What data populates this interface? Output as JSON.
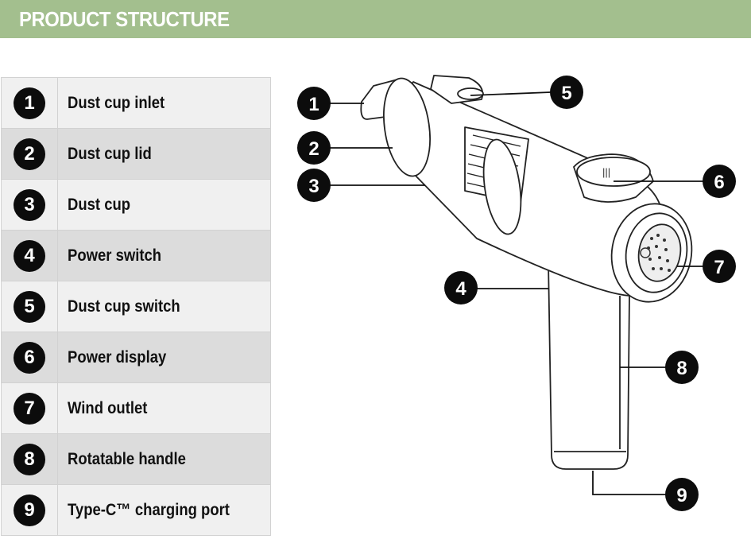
{
  "header": {
    "title": "PRODUCT STRUCTURE"
  },
  "parts": [
    {
      "num": "1",
      "label": "Dust cup inlet"
    },
    {
      "num": "2",
      "label": "Dust cup lid"
    },
    {
      "num": "3",
      "label": "Dust cup"
    },
    {
      "num": "4",
      "label": "Power switch"
    },
    {
      "num": "5",
      "label": "Dust cup switch"
    },
    {
      "num": "6",
      "label": "Power display"
    },
    {
      "num": "7",
      "label": "Wind outlet"
    },
    {
      "num": "8",
      "label": "Rotatable handle"
    },
    {
      "num": "9",
      "label": "Type-C™ charging port"
    }
  ],
  "colors": {
    "header_bg": "#a3bf8e",
    "badge_bg": "#0c0c0c",
    "row_light": "#f0f0f0",
    "row_dark": "#dcdcdc"
  }
}
